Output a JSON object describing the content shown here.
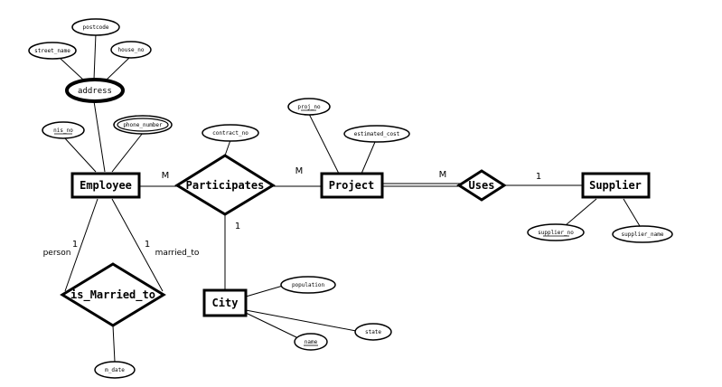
{
  "entities": {
    "employee": "Employee",
    "project": "Project",
    "supplier": "Supplier",
    "city": "City"
  },
  "relationships": {
    "participates": "Participates",
    "uses": "Uses",
    "is_married_to": "is_Married_to"
  },
  "attributes": {
    "postcode": "postcode",
    "street_name": "street_name",
    "house_no": "house_no",
    "address": "address",
    "nis_no": "nis_no",
    "phone_number": "phone_number",
    "contract_no": "contract_no",
    "proj_no": "proj_no",
    "estimated_cost": "estimated_cost",
    "supplier_no": "supplier_no",
    "supplier_name": "supplier_name",
    "population": "population",
    "state": "state",
    "name": "name",
    "m_date": "m_date"
  },
  "cardinalities": {
    "employee_participates": "M",
    "participates_project": "M",
    "project_uses": "M",
    "uses_supplier": "1",
    "participates_city": "1",
    "married_person": "1",
    "married_to": "1"
  },
  "roles": {
    "person": "person",
    "married_to": "married_to"
  }
}
